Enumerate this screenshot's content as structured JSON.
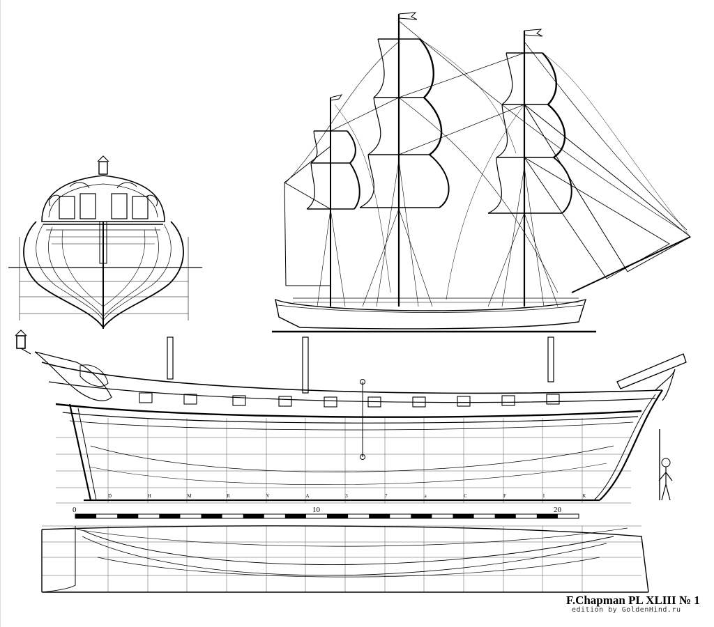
{
  "caption": {
    "title": "F.Chapman PL XLIII № 1",
    "edition": "edition by GoldenHind.ru"
  },
  "scale_bar": {
    "labels": [
      "0",
      "10",
      "20"
    ]
  },
  "station_letters": [
    "D",
    "H",
    "M",
    "R",
    "V",
    "A",
    "3",
    "7",
    "а",
    "C",
    "F",
    "I",
    "K"
  ],
  "colors": {
    "ink": "#000000",
    "paper": "#ffffff",
    "grid": "#555555"
  }
}
